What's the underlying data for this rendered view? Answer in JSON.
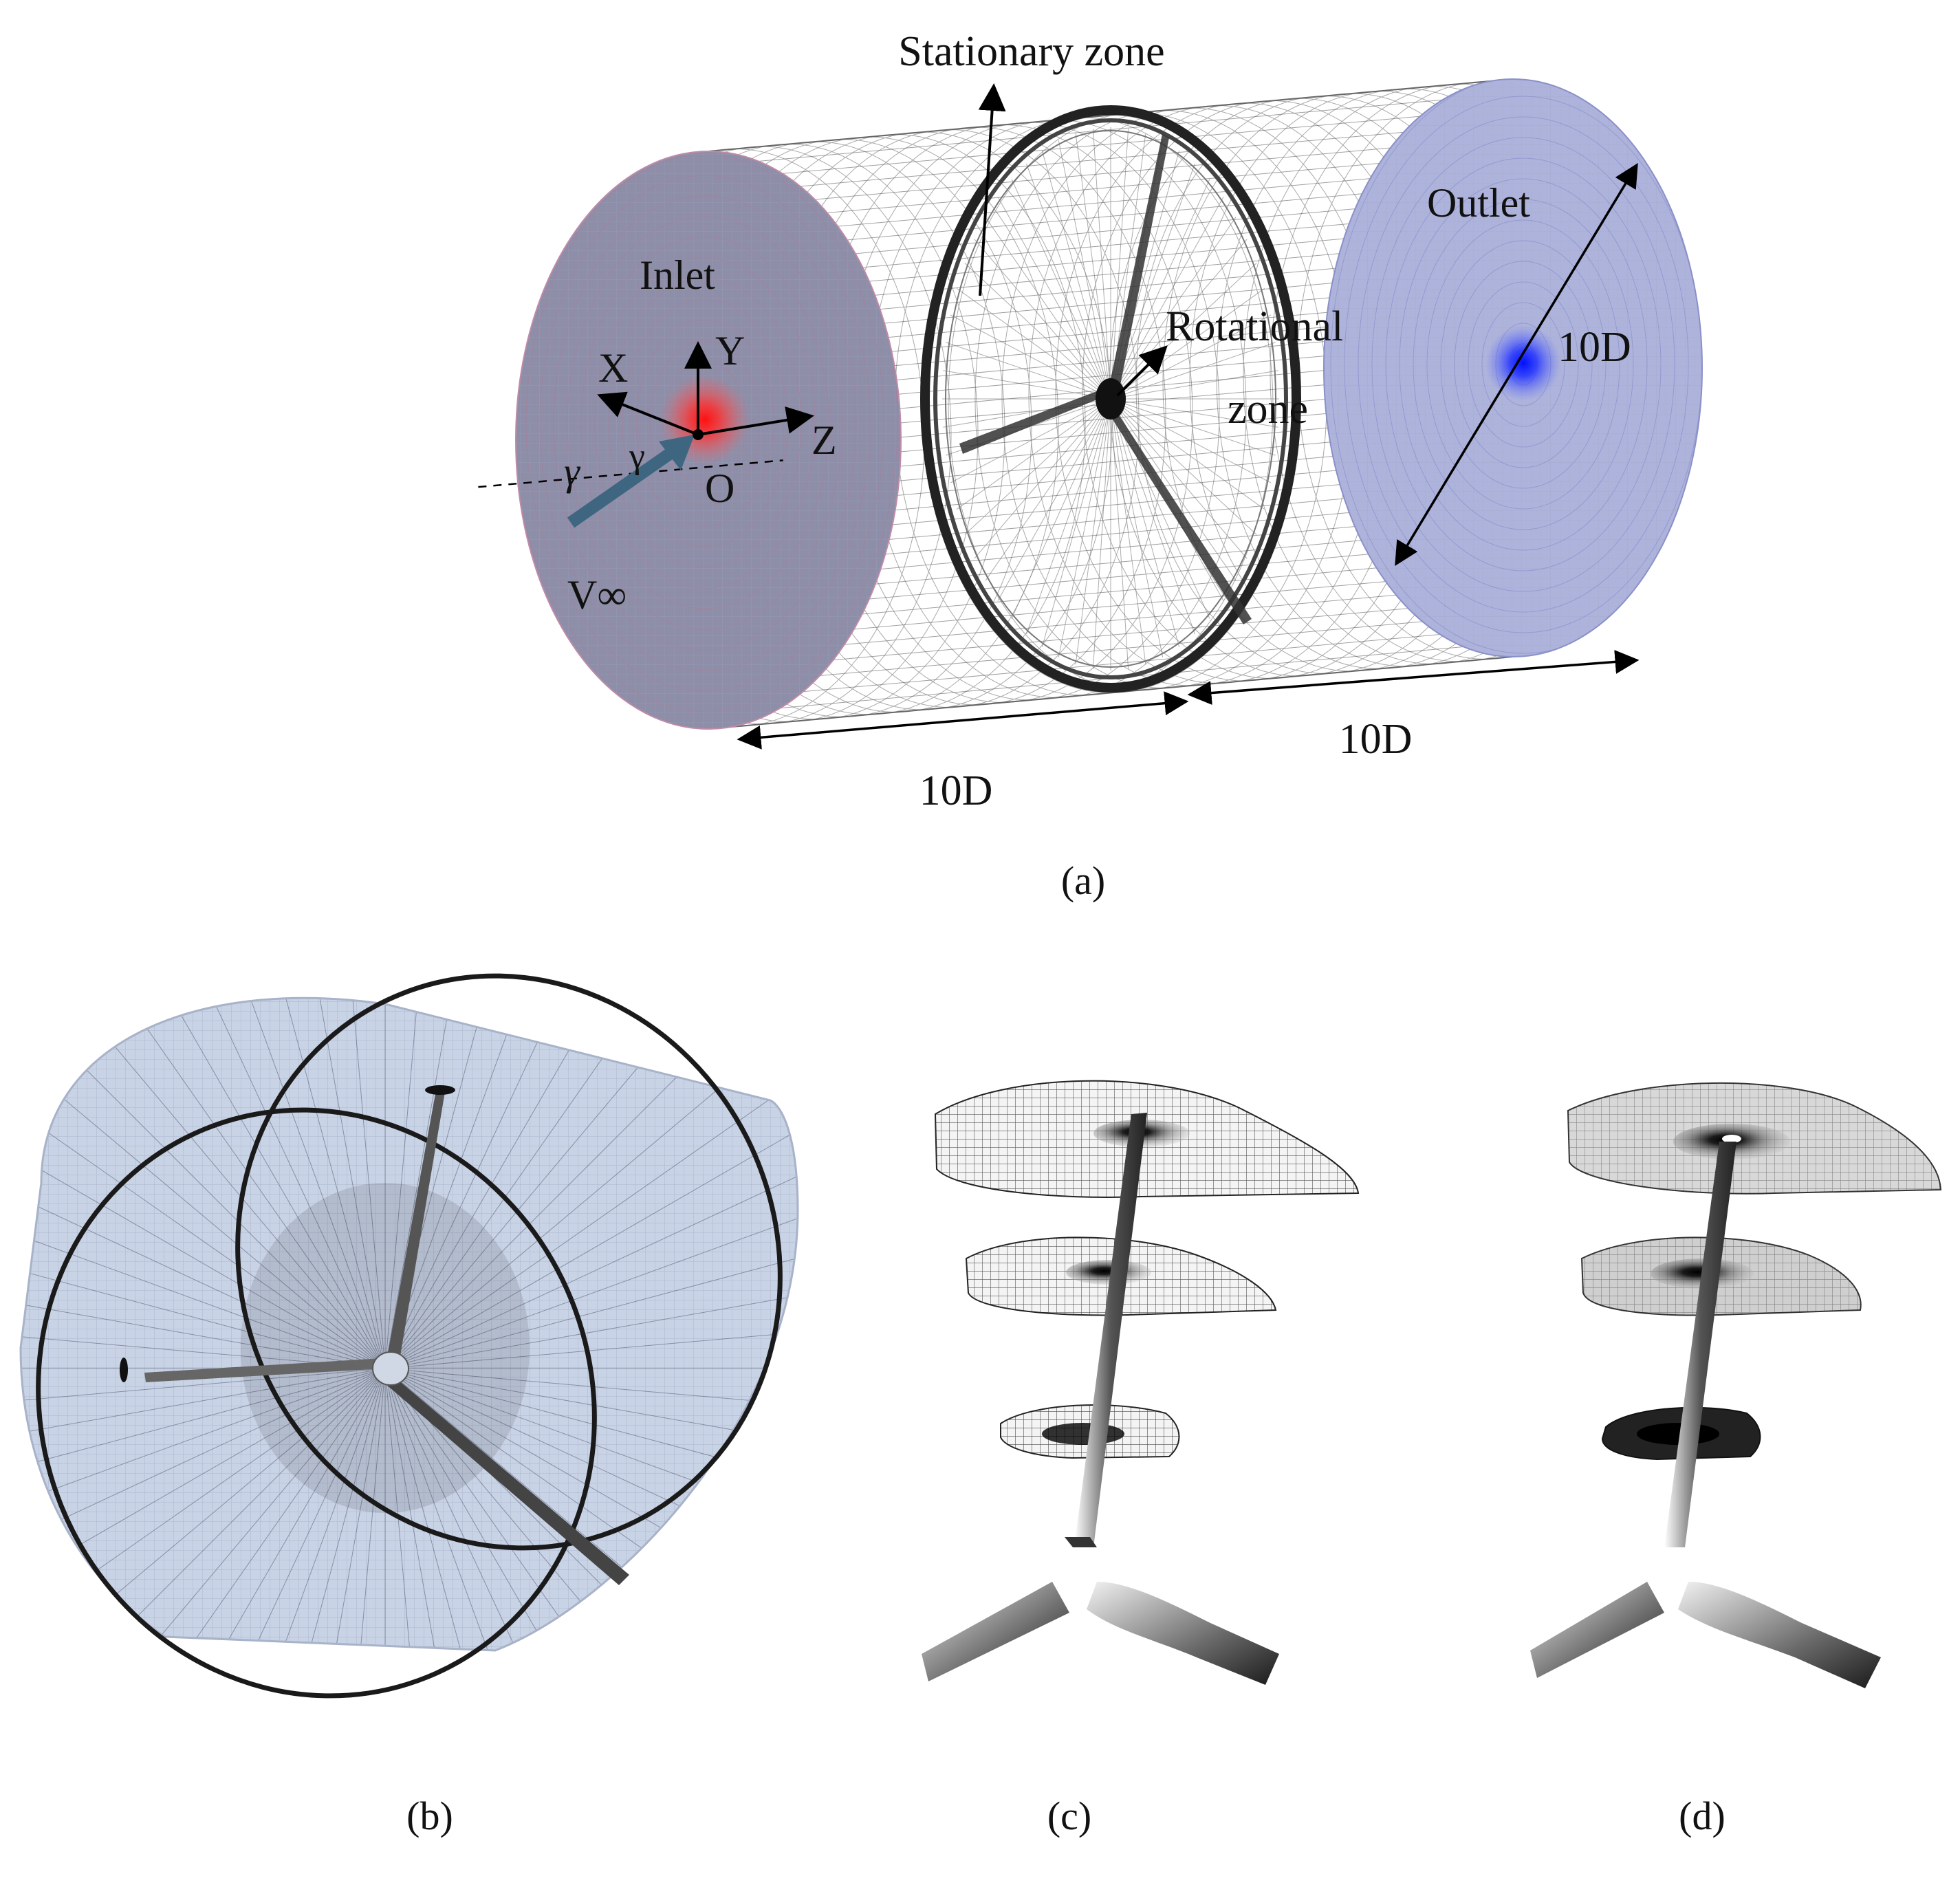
{
  "panel_a": {
    "caption": "(a)",
    "stationary_zone": "Stationary zone",
    "inlet": "Inlet",
    "outlet": "Outlet",
    "rotational_zone_line1": "Rotational",
    "rotational_zone_line2": "zone",
    "axis_x": "X",
    "axis_y": "Y",
    "axis_z": "Z",
    "origin": "O",
    "gamma": "γ",
    "gamma2": "γ",
    "v_inf": "V∞",
    "dim_diameter": "10D",
    "dim_upstream": "10D",
    "dim_downstream": "10D"
  },
  "panel_b": {
    "caption": "(b)"
  },
  "panel_c": {
    "caption": "(c)"
  },
  "panel_d": {
    "caption": "(d)"
  },
  "colors": {
    "inlet_face": "#8e8ea8",
    "inlet_hotspot": "#ff2020",
    "outlet_face": "#a7acd8",
    "outlet_hotspot": "#1020ff",
    "velocity_arrow": "#3e6680",
    "domain_b": "#c9d3e6"
  }
}
